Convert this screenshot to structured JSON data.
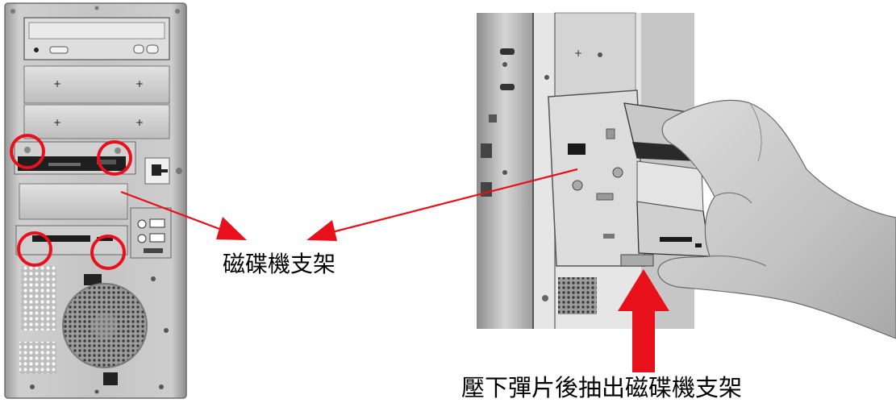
{
  "labels": {
    "bracket": "磁碟機支架",
    "instruction": "壓下彈片後抽出磁碟機支架"
  },
  "colors": {
    "annotation_red": "#e8101a",
    "case_gray": "#b8b8b8",
    "background": "#ffffff"
  },
  "icons": {
    "callout_circle": "red-circle-screw-marker",
    "pointer_arrow": "red-arrow",
    "press_arrow": "red-up-arrow"
  }
}
